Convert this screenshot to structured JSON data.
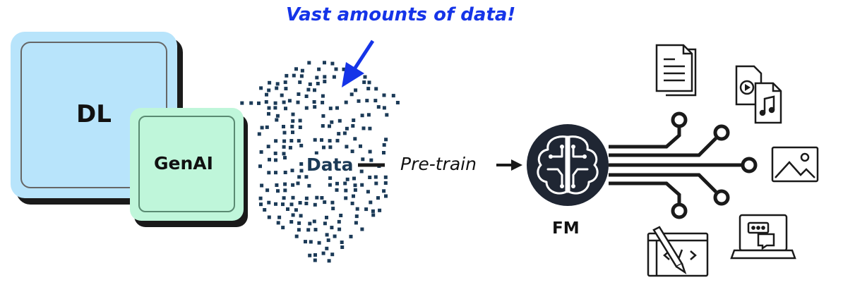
{
  "diagram": {
    "dl_label": "DL",
    "genai_label": "GenAI",
    "vast_data_label": "Vast amounts of data!",
    "data_label": "Data",
    "pretrain_label": "Pre-train",
    "fm_label": "FM"
  },
  "icons": [
    "document-icon",
    "video-audio-files-icon",
    "image-icon",
    "chat-laptop-icon",
    "code-editor-icon",
    "brain-chip-icon"
  ],
  "colors": {
    "dl_fill": "#b8e4fb",
    "genai_fill": "#bff6da",
    "data_dots": "#1b3a57",
    "vast_text": "#1534e8",
    "fm_circle": "#1f2633"
  }
}
